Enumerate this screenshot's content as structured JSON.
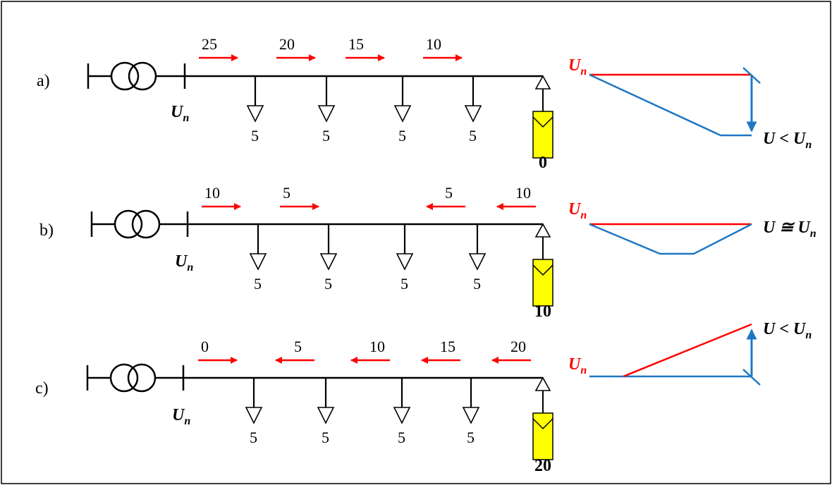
{
  "colors": {
    "flow_arrow": "#ff0000",
    "voltage_nominal": "#ff0000",
    "voltage_profile": "#1f77c4",
    "pv_panel": "#ffff00",
    "line": "#000000"
  },
  "scenarios": [
    {
      "id": "a",
      "label": "a)",
      "busbar_label": "U",
      "busbar_sub": "n",
      "flows": [
        {
          "value": "25",
          "direction": "right"
        },
        {
          "value": "20",
          "direction": "right"
        },
        {
          "value": "15",
          "direction": "right"
        },
        {
          "value": "10",
          "direction": "right"
        }
      ],
      "loads": [
        "5",
        "5",
        "5",
        "5"
      ],
      "generation": "0",
      "profile": {
        "nominal_label": "U",
        "nominal_sub": "n",
        "result_label": "U < U",
        "result_sub": "n",
        "shape": "drop"
      }
    },
    {
      "id": "b",
      "label": "b)",
      "busbar_label": "U",
      "busbar_sub": "n",
      "flows": [
        {
          "value": "10",
          "direction": "right"
        },
        {
          "value": "5",
          "direction": "right"
        },
        {
          "value": "5",
          "direction": "left"
        },
        {
          "value": "10",
          "direction": "left"
        }
      ],
      "loads": [
        "5",
        "5",
        "5",
        "5"
      ],
      "generation": "10",
      "profile": {
        "nominal_label": "U",
        "nominal_sub": "n",
        "result_label": "U ≅ U",
        "result_sub": "n",
        "shape": "sag"
      }
    },
    {
      "id": "c",
      "label": "c)",
      "busbar_label": "U",
      "busbar_sub": "n",
      "flows": [
        {
          "value": "0",
          "direction": "right"
        },
        {
          "value": "5",
          "direction": "left"
        },
        {
          "value": "10",
          "direction": "left"
        },
        {
          "value": "15",
          "direction": "left"
        },
        {
          "value": "20",
          "direction": "left"
        }
      ],
      "loads": [
        "5",
        "5",
        "5",
        "5"
      ],
      "generation": "20",
      "profile": {
        "nominal_label": "U",
        "nominal_sub": "n",
        "result_label": "U < U",
        "result_sub": "n",
        "shape": "rise"
      }
    }
  ]
}
